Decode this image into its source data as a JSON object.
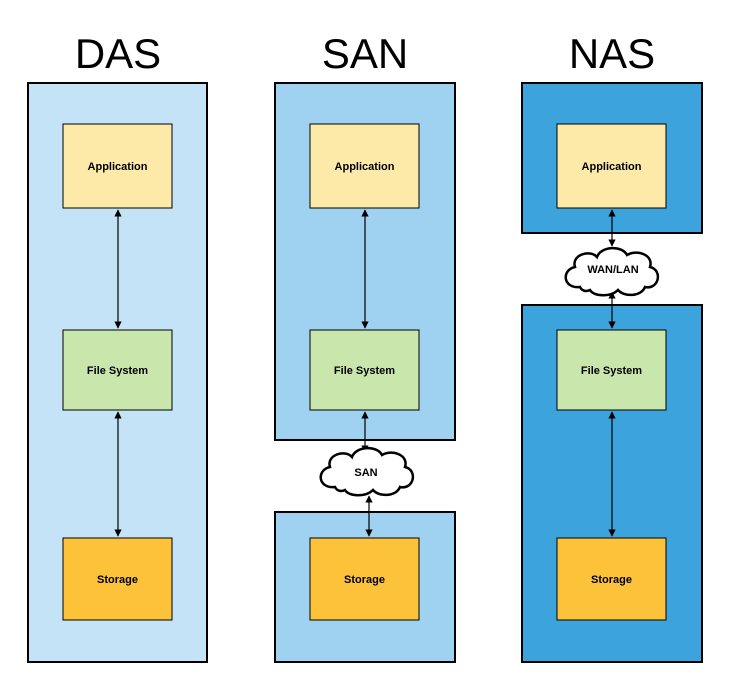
{
  "columns": {
    "das": {
      "title": "DAS",
      "color": "#c5e3f6",
      "application": "Application",
      "file_system": "File System",
      "storage": "Storage"
    },
    "san": {
      "title": "SAN",
      "color": "#9fd1f1",
      "application": "Application",
      "file_system": "File System",
      "storage": "Storage",
      "network": "SAN"
    },
    "nas": {
      "title": "NAS",
      "color": "#3da3dd",
      "application": "Application",
      "file_system": "File System",
      "storage": "Storage",
      "network": "WAN/LAN"
    }
  },
  "colors": {
    "application": "#fde9a8",
    "file_system": "#c9e6ad",
    "storage": "#fbc23a",
    "stroke": "#000000"
  }
}
